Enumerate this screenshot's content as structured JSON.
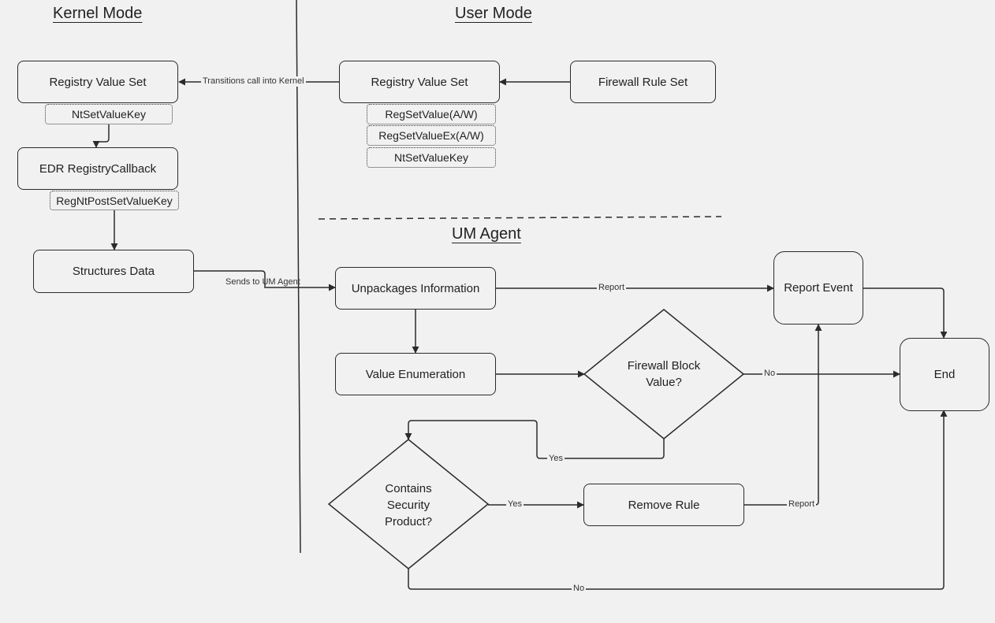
{
  "headings": {
    "kernel": "Kernel Mode",
    "user": "User Mode",
    "agent": "UM Agent"
  },
  "kernel": {
    "registry_value_set": "Registry Value Set",
    "nt_set_value_key": "NtSetValueKey",
    "edr_callback": "EDR RegistryCallback",
    "reg_nt_post": "RegNtPostSetValueKey",
    "structures_data": "Structures Data"
  },
  "user": {
    "registry_value_set": "Registry Value Set",
    "apis": [
      "RegSetValue(A/W)",
      "RegSetValueEx(A/W)",
      "NtSetValueKey"
    ],
    "firewall_rule_set": "Firewall Rule Set"
  },
  "agent": {
    "unpackages": "Unpackages Information",
    "value_enum": "Value Enumeration",
    "firewall_block": [
      "Firewall Block",
      "Value?"
    ],
    "contains_security": [
      "Contains",
      "Security",
      "Product?"
    ],
    "remove_rule": "Remove Rule",
    "report_event": "Report Event",
    "end": "End"
  },
  "edge_labels": {
    "transitions": "Transitions call into Kernel",
    "sends": "Sends to UM Agent",
    "report_top": "Report",
    "no_firewall": "No",
    "yes_firewall": "Yes",
    "yes_security": "Yes",
    "report_remove": "Report",
    "no_security": "No"
  }
}
